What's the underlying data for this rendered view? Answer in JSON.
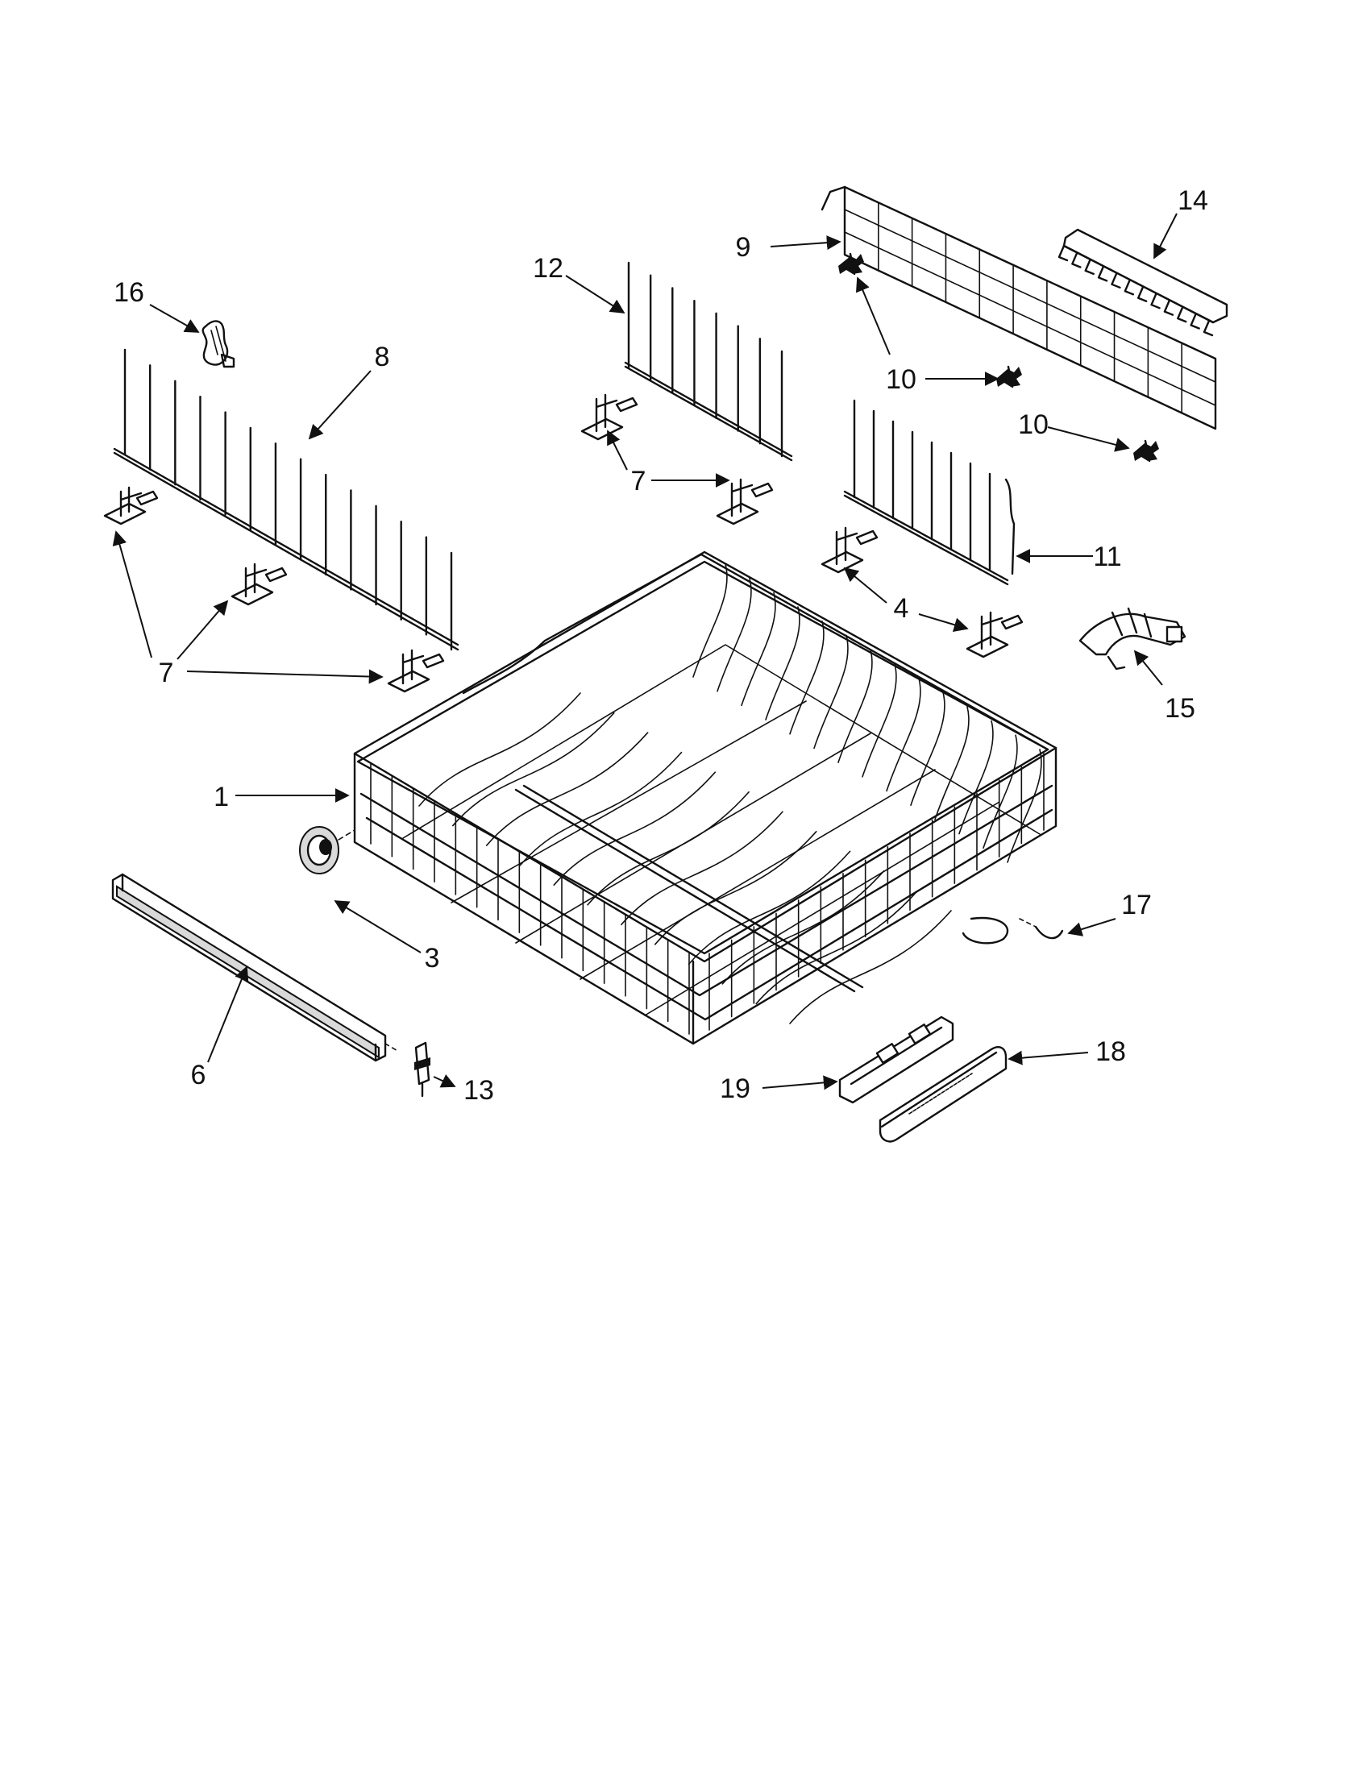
{
  "diagram": {
    "callouts": [
      {
        "id": "c1",
        "label": "1"
      },
      {
        "id": "c3",
        "label": "3"
      },
      {
        "id": "c4",
        "label": "4"
      },
      {
        "id": "c6",
        "label": "6"
      },
      {
        "id": "c7a",
        "label": "7"
      },
      {
        "id": "c7b",
        "label": "7"
      },
      {
        "id": "c8",
        "label": "8"
      },
      {
        "id": "c9",
        "label": "9"
      },
      {
        "id": "c10a",
        "label": "10"
      },
      {
        "id": "c10b",
        "label": "10"
      },
      {
        "id": "c11",
        "label": "11"
      },
      {
        "id": "c12",
        "label": "12"
      },
      {
        "id": "c13",
        "label": "13"
      },
      {
        "id": "c14",
        "label": "14"
      },
      {
        "id": "c15",
        "label": "15"
      },
      {
        "id": "c16",
        "label": "16"
      },
      {
        "id": "c17",
        "label": "17"
      },
      {
        "id": "c18",
        "label": "18"
      },
      {
        "id": "c19",
        "label": "19"
      }
    ]
  }
}
